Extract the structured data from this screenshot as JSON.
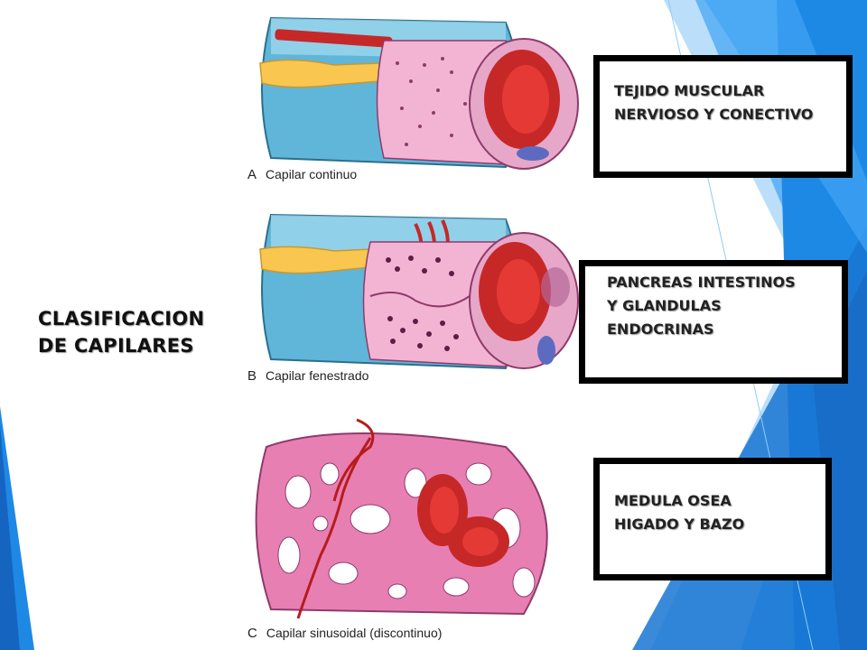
{
  "slide": {
    "title": "CLASIFICACION DE CAPILARES",
    "accent_colors": [
      "#1565c0",
      "#1e88e5",
      "#42a5f5",
      "#90caf9"
    ]
  },
  "figures": [
    {
      "letter": "A",
      "caption": "Capilar continuo"
    },
    {
      "letter": "B",
      "caption": "Capilar fenestrado"
    },
    {
      "letter": "C",
      "caption": "Capilar sinusoidal (discontinuo)"
    }
  ],
  "boxes": [
    {
      "lines": [
        "TEJIDO MUSCULAR",
        "NERVIOSO Y CONECTIVO"
      ]
    },
    {
      "lines": [
        "PANCREAS INTESTINOS",
        "Y GLANDULAS",
        "ENDOCRINAS"
      ]
    },
    {
      "lines": [
        "MEDULA OSEA",
        "HIGADO Y BAZO"
      ]
    }
  ]
}
